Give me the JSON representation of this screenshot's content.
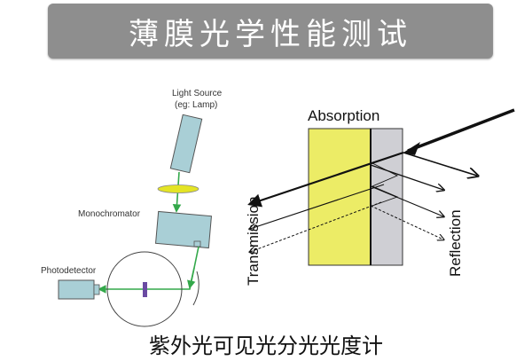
{
  "title": "薄膜光学性能测试",
  "caption": "紫外光可见光分光光度计",
  "spectrometer": {
    "light_source_line1": "Light Source",
    "light_source_line2": "(eg: Lamp)",
    "monochromator": "Monochromator",
    "photodetector": "Photodetector"
  },
  "film": {
    "absorption": "Absorption",
    "transmission": "Transmission",
    "reflection": "Reflection"
  },
  "colors": {
    "banner": "#8e8e8e",
    "device_fill": "#a9cfd6",
    "lens": "#e4e425",
    "beam": "#33a84a",
    "film_layer": "#ecec66",
    "substrate": "#cfcfd4",
    "sample": "#6a4aa2"
  }
}
